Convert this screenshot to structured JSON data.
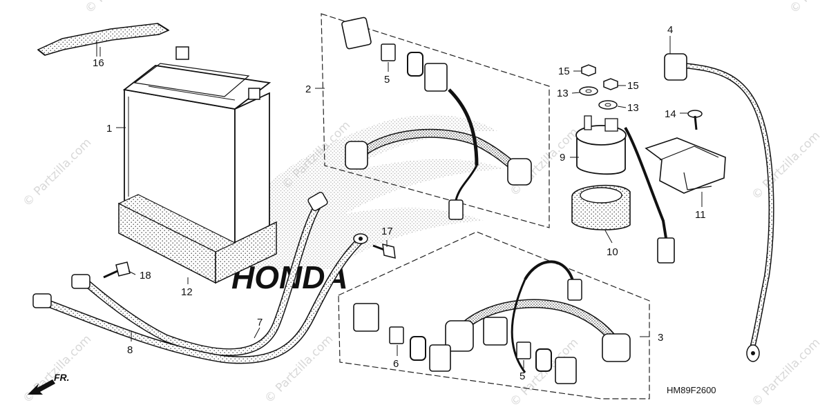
{
  "diagram": {
    "parts": [
      {
        "id": "battery",
        "callout": "1"
      },
      {
        "id": "sub-harness-upper",
        "callout": "2"
      },
      {
        "id": "sub-harness-lower",
        "callout": "3"
      },
      {
        "id": "starter-motor-cable",
        "callout": "4"
      },
      {
        "id": "fuse-holder-upper",
        "callout": "5"
      },
      {
        "id": "fuse-holder-lower",
        "callout": "6"
      },
      {
        "id": "fuse-holder-lower-b",
        "callout": "5"
      },
      {
        "id": "battery-positive-cable",
        "callout": "7"
      },
      {
        "id": "battery-negative-cable",
        "callout": "8"
      },
      {
        "id": "starter-relay",
        "callout": "9"
      },
      {
        "id": "relay-rubber-cover",
        "callout": "10"
      },
      {
        "id": "relay-bracket",
        "callout": "11"
      },
      {
        "id": "battery-pad",
        "callout": "12"
      },
      {
        "id": "washer-a",
        "callout": "13"
      },
      {
        "id": "washer-b",
        "callout": "13"
      },
      {
        "id": "tapping-screw",
        "callout": "14"
      },
      {
        "id": "nut-a",
        "callout": "15"
      },
      {
        "id": "nut-b",
        "callout": "15"
      },
      {
        "id": "battery-band",
        "callout": "16"
      },
      {
        "id": "flange-bolt-17",
        "callout": "17"
      },
      {
        "id": "flange-bolt-18",
        "callout": "18"
      }
    ],
    "diagram_code": "HM89F2600",
    "direction_label": "FR.",
    "brand_watermark": "HONDA",
    "site_watermark": "© Partzilla.com"
  }
}
